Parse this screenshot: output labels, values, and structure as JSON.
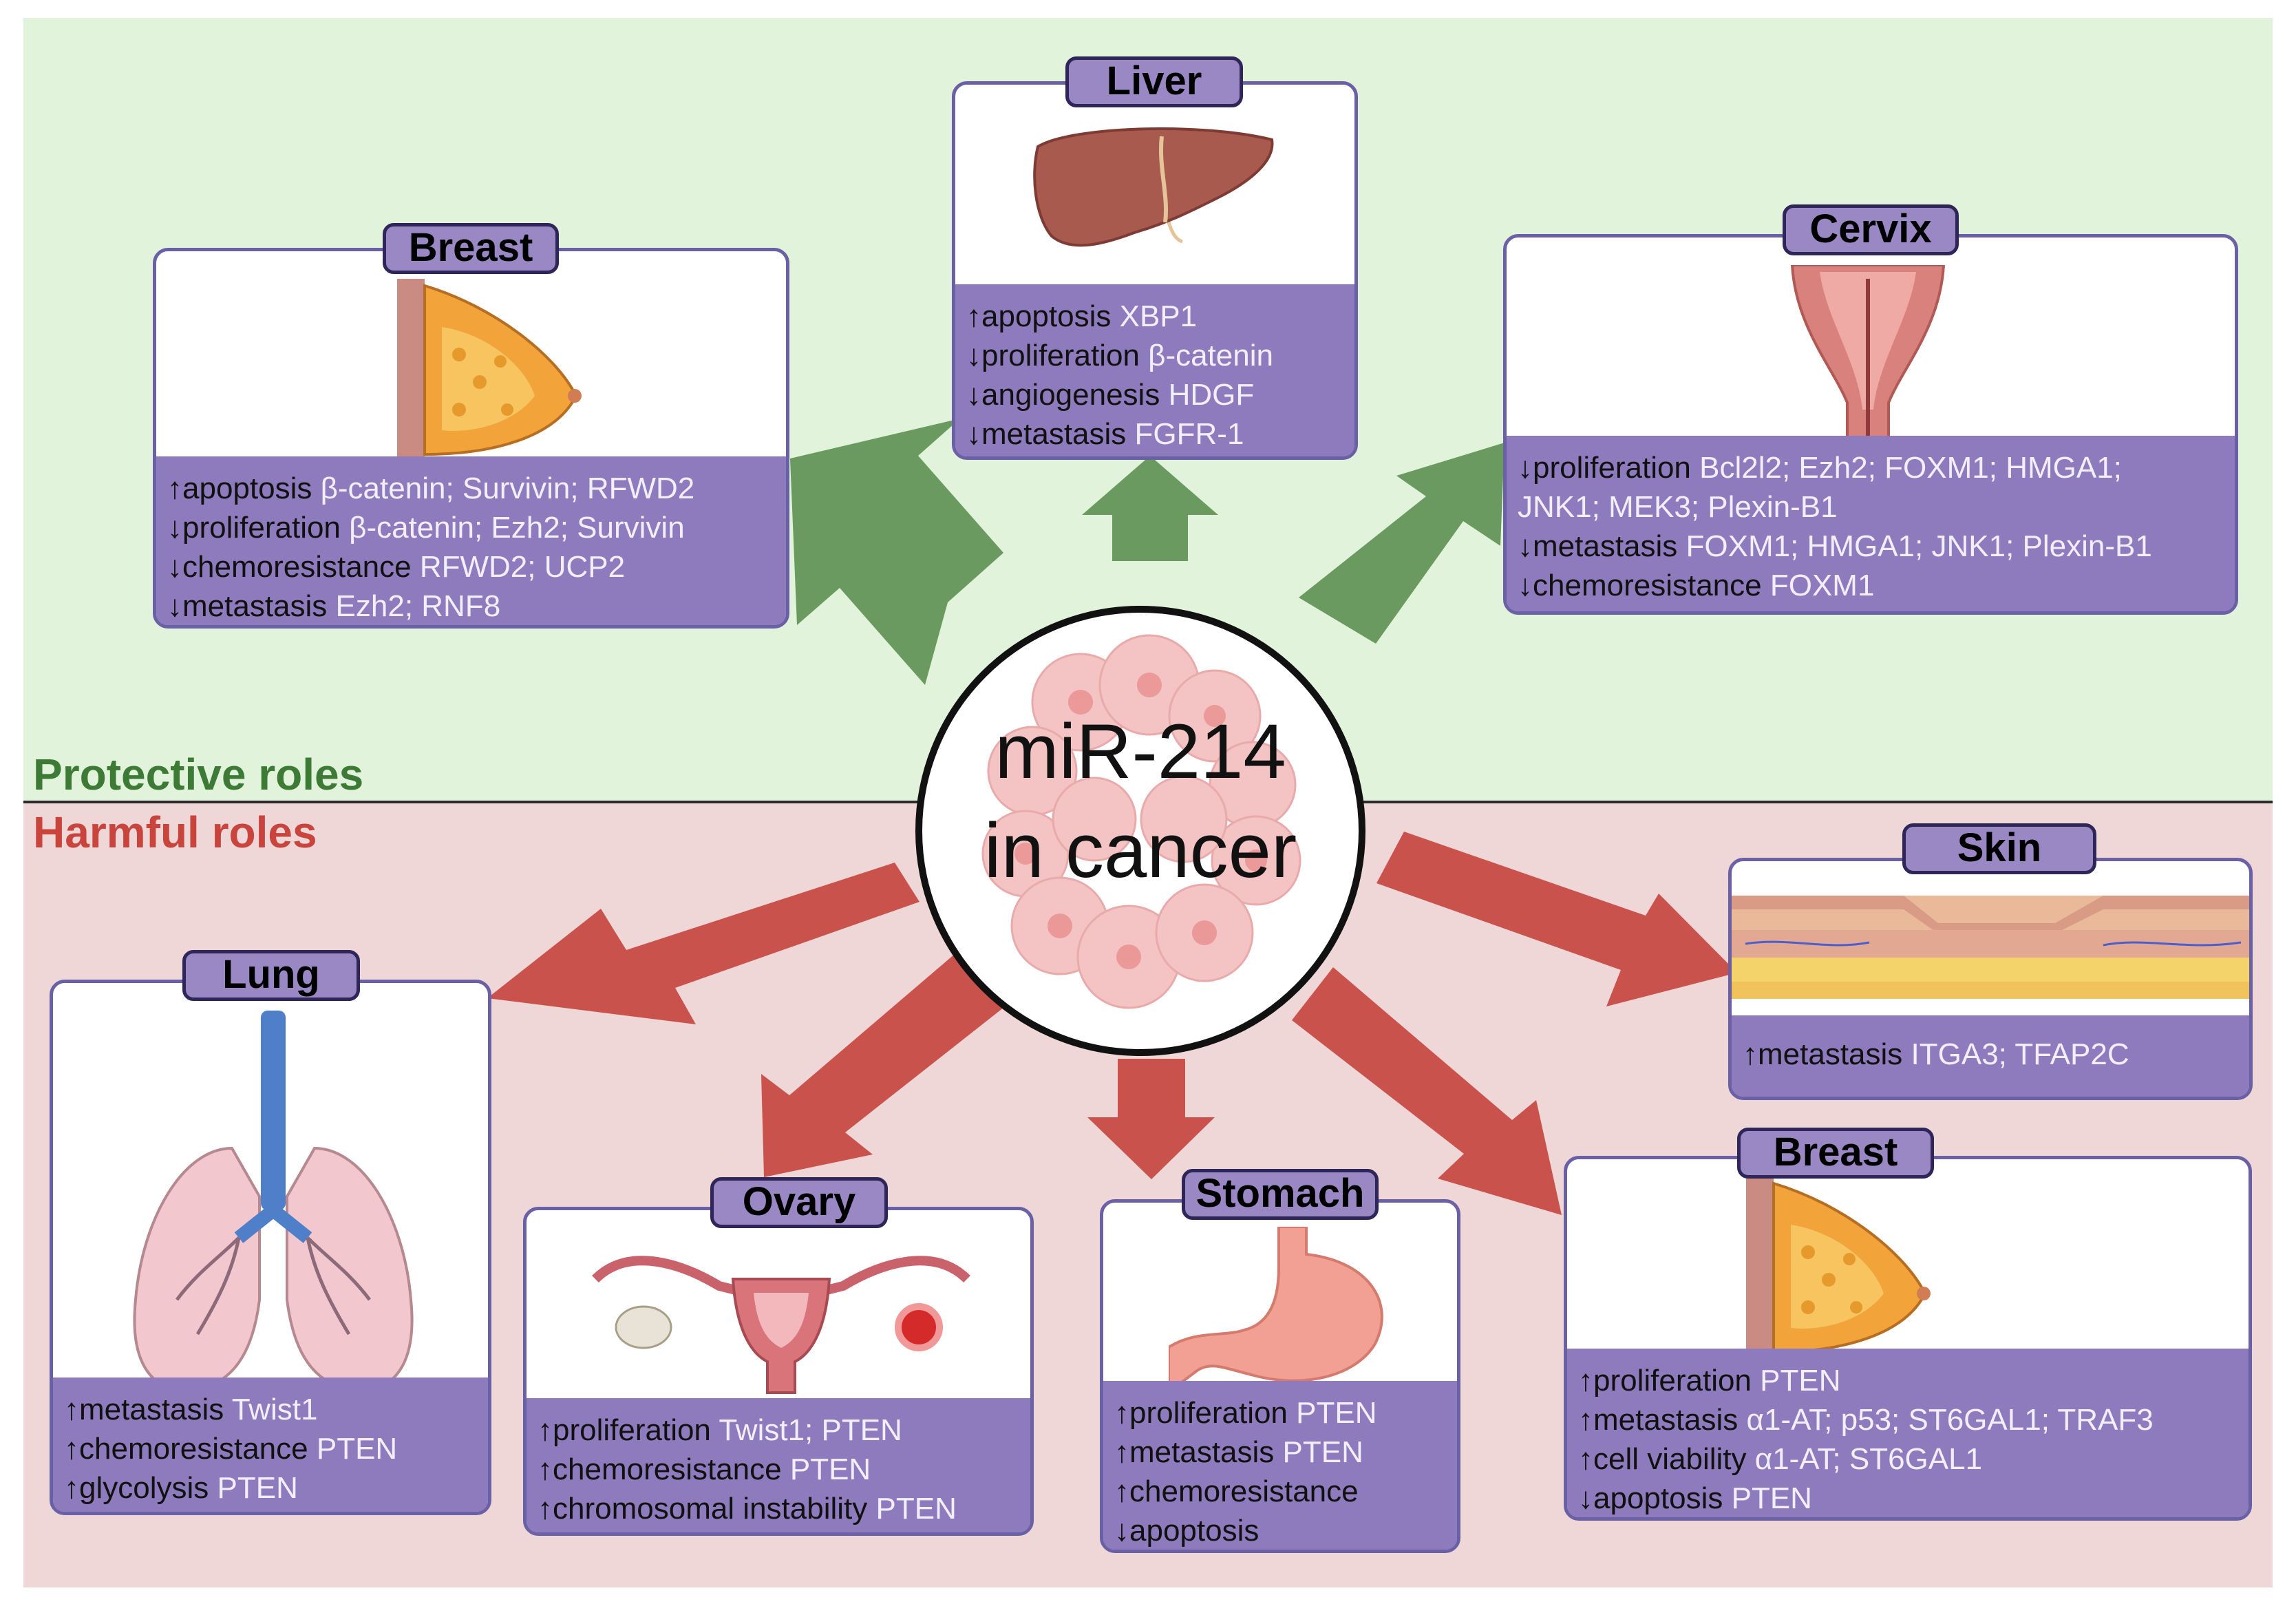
{
  "zones": {
    "protective_label": "Protective roles",
    "harmful_label": "Harmful roles"
  },
  "center": {
    "line1": "miR-214",
    "line2": "in cancer"
  },
  "colors": {
    "protective_bg": "#e1f3da",
    "harmful_bg": "#efd7d7",
    "protective_arrow": "#6a9a5f",
    "harmful_arrow": "#c9524c",
    "card_border": "#6a60a6",
    "card_panel": "#8e7bbd",
    "title_fill": "#9a88c4"
  },
  "cards": {
    "breast_top": {
      "title": "Breast",
      "icon": "breast-illustration",
      "lines": [
        {
          "dir": "↑",
          "process": "apoptosis",
          "targets": "β-catenin; Survivin; RFWD2"
        },
        {
          "dir": "↓",
          "process": "proliferation",
          "targets": "β-catenin; Ezh2; Survivin"
        },
        {
          "dir": "↓",
          "process": "chemoresistance",
          "targets": "RFWD2; UCP2"
        },
        {
          "dir": "↓",
          "process": "metastasis",
          "targets": "Ezh2; RNF8"
        }
      ]
    },
    "liver": {
      "title": "Liver",
      "icon": "liver-illustration",
      "lines": [
        {
          "dir": "↑",
          "process": "apoptosis",
          "targets": "XBP1"
        },
        {
          "dir": "↓",
          "process": "proliferation",
          "targets": "β-catenin"
        },
        {
          "dir": "↓",
          "process": "angiogenesis",
          "targets": "HDGF"
        },
        {
          "dir": "↓",
          "process": "metastasis",
          "targets": "FGFR-1"
        }
      ]
    },
    "cervix": {
      "title": "Cervix",
      "icon": "cervix-illustration",
      "lines": [
        {
          "dir": "↓",
          "process": "proliferation",
          "targets": "Bcl2l2; Ezh2; FOXM1; HMGA1;"
        },
        {
          "dir": "",
          "process": "",
          "targets": "JNK1; MEK3; Plexin-B1"
        },
        {
          "dir": "↓",
          "process": "metastasis",
          "targets": "FOXM1; HMGA1; JNK1; Plexin-B1"
        },
        {
          "dir": "↓",
          "process": "chemoresistance",
          "targets": "FOXM1"
        }
      ]
    },
    "skin": {
      "title": "Skin",
      "icon": "skin-illustration",
      "lines": [
        {
          "dir": "↑",
          "process": "metastasis",
          "targets": "ITGA3; TFAP2C"
        }
      ]
    },
    "lung": {
      "title": "Lung",
      "icon": "lung-illustration",
      "lines": [
        {
          "dir": "↑",
          "process": "metastasis",
          "targets": "Twist1"
        },
        {
          "dir": "↑",
          "process": "chemoresistance",
          "targets": "PTEN"
        },
        {
          "dir": "↑",
          "process": "glycolysis",
          "targets": "PTEN"
        }
      ]
    },
    "ovary": {
      "title": "Ovary",
      "icon": "uterus-ovary-illustration",
      "lines": [
        {
          "dir": "↑",
          "process": "proliferation",
          "targets": "Twist1; PTEN"
        },
        {
          "dir": "↑",
          "process": "chemoresistance",
          "targets": "PTEN"
        },
        {
          "dir": "↑",
          "process": "chromosomal instability",
          "targets": "PTEN"
        }
      ]
    },
    "stomach": {
      "title": "Stomach",
      "icon": "stomach-illustration",
      "lines": [
        {
          "dir": "↑",
          "process": "proliferation",
          "targets": "PTEN"
        },
        {
          "dir": "↑",
          "process": "metastasis",
          "targets": "PTEN"
        },
        {
          "dir": "↑",
          "process": "chemoresistance",
          "targets": ""
        },
        {
          "dir": "↓",
          "process": "apoptosis",
          "targets": ""
        }
      ]
    },
    "breast_bottom": {
      "title": "Breast",
      "icon": "breast-illustration",
      "lines": [
        {
          "dir": "↑",
          "process": "proliferation",
          "targets": "PTEN"
        },
        {
          "dir": "↑",
          "process": "metastasis",
          "targets": "α1-AT; p53; ST6GAL1; TRAF3"
        },
        {
          "dir": "↑",
          "process": "cell viability",
          "targets": "α1-AT; ST6GAL1"
        },
        {
          "dir": "↓",
          "process": "apoptosis",
          "targets": "PTEN"
        }
      ]
    }
  }
}
